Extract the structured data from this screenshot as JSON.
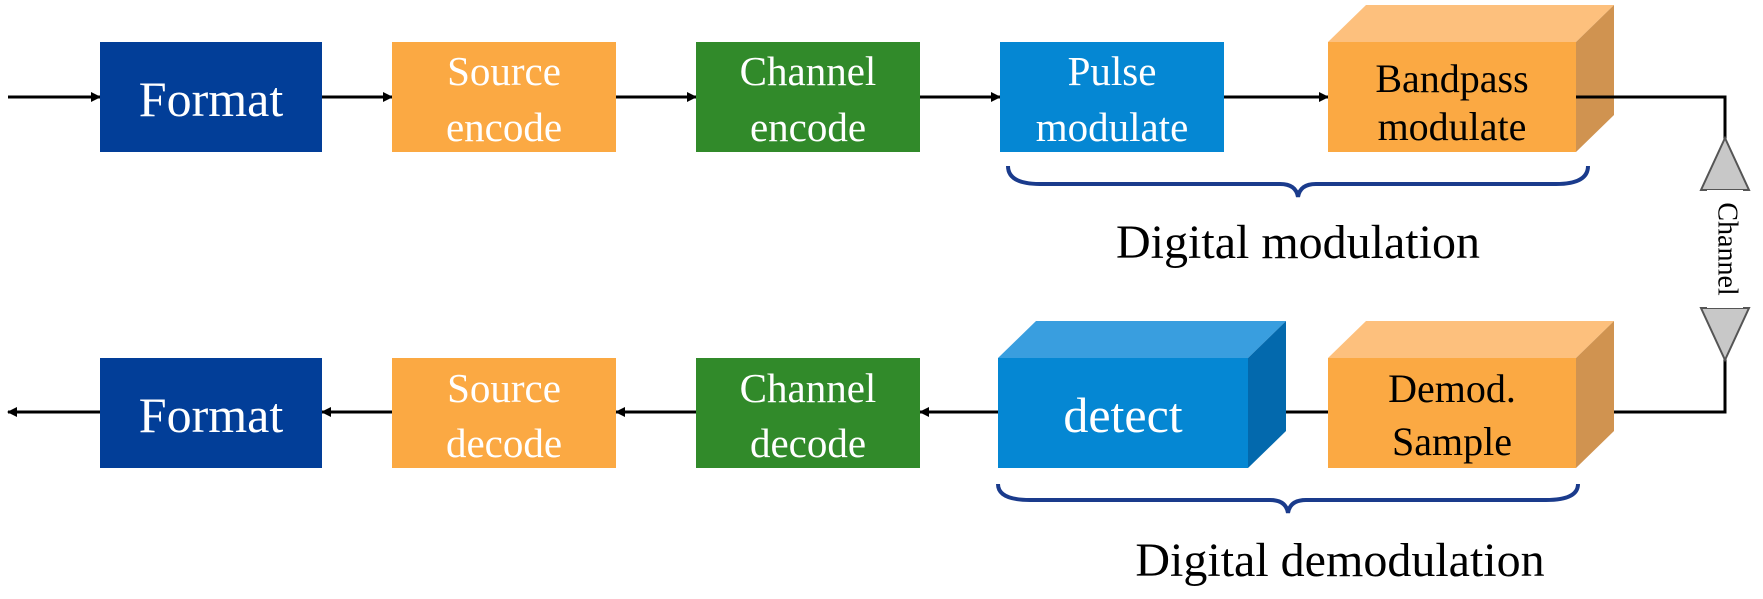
{
  "colors": {
    "dark_blue": "#023E98",
    "orange": "#FBA943",
    "orange_top": "#FDC07D",
    "orange_side": "#D09350",
    "green": "#318A2A",
    "blue": "#0587D3",
    "blue_top": "#399EDF",
    "blue_side": "#0369AD",
    "brace": "#1A3B8C",
    "line": "#000000",
    "amplifier": "#C8C8C8"
  },
  "transmitter": {
    "format": "Format",
    "source_encode": [
      "Source",
      "encode"
    ],
    "channel_encode": [
      "Channel",
      "encode"
    ],
    "pulse_modulate": [
      "Pulse",
      "modulate"
    ],
    "bandpass_modulate": [
      "Bandpass",
      "modulate"
    ]
  },
  "receiver": {
    "format": "Format",
    "source_decode": [
      "Source",
      "decode"
    ],
    "channel_decode": [
      "Channel",
      "decode"
    ],
    "detect": "detect",
    "demod_sample": [
      "Demod.",
      "Sample"
    ]
  },
  "labels": {
    "digital_modulation": "Digital modulation",
    "digital_demodulation": "Digital demodulation",
    "channel": "Channel"
  }
}
